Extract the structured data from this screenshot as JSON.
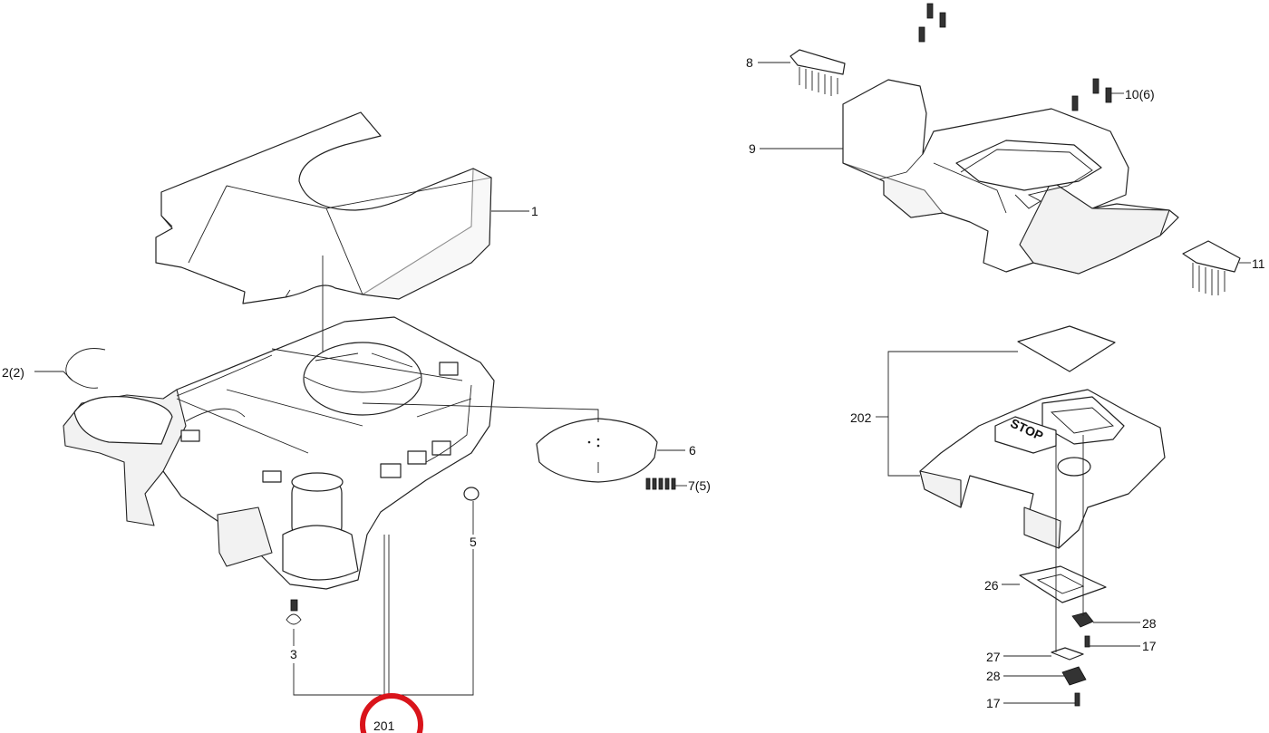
{
  "callouts": {
    "c1": "1",
    "c2": "2(2)",
    "c3": "3",
    "c5": "5",
    "c6": "6",
    "c7": "7(5)",
    "c8": "8",
    "c9": "9",
    "c10": "10(6)",
    "c11": "11",
    "c201": "201",
    "c202": "202",
    "c26": "26",
    "c27": "27",
    "c28a": "28",
    "c28b": "28",
    "c17a": "17",
    "c17b": "17"
  },
  "panel_text": {
    "stop": "STOP"
  },
  "highlight": {
    "callout": "201",
    "color": "#d9141b"
  }
}
